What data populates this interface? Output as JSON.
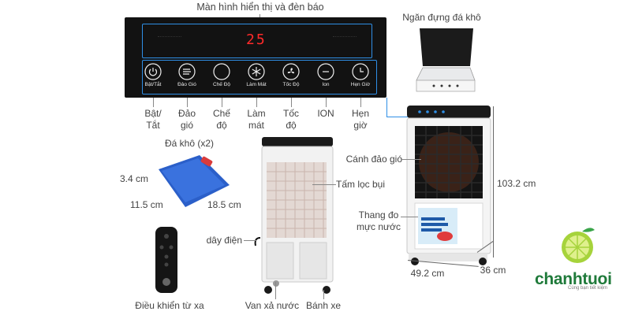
{
  "title": "Màn hình hiển thị và đèn báo",
  "display_value": "25",
  "panel_buttons": [
    {
      "icon": "power-icon",
      "label": "Bật/Tắt"
    },
    {
      "icon": "swing-icon",
      "label": "Đảo Gió"
    },
    {
      "icon": "mode-icon",
      "label": "Chế Độ"
    },
    {
      "icon": "snowflake-icon",
      "label": "Làm Mát"
    },
    {
      "icon": "fan-icon",
      "label": "Tốc Độ"
    },
    {
      "icon": "ion-icon",
      "label": "Ion"
    },
    {
      "icon": "timer-icon",
      "label": "Hẹn Giờ"
    }
  ],
  "panel_labels": [
    [
      "Bật/",
      "Tắt"
    ],
    [
      "Đảo",
      "gió"
    ],
    [
      "Chế",
      "độ"
    ],
    [
      "Làm",
      "mát"
    ],
    [
      "Tốc",
      "độ"
    ],
    [
      "ION",
      ""
    ],
    [
      "Hẹn",
      "giờ"
    ]
  ],
  "ice_box": "Ngăn đựng đá khô",
  "ice_pack": "Đá khô (x2)",
  "ice_dims": {
    "thickness": "3.4 cm",
    "width": "11.5 cm",
    "length": "18.5 cm"
  },
  "remote": "Điều khiển từ xa",
  "filter": "Tấm lọc bụi",
  "cord": "dây điện",
  "drain": "Van xả nước",
  "wheel": "Bánh xe",
  "louver": "Cánh đảo gió",
  "water_gauge": [
    "Thang đo",
    "mực nước"
  ],
  "dims": {
    "height": "103.2 cm",
    "width": "49.2 cm",
    "depth": "36 cm"
  },
  "brand": {
    "name": "chanhtuoi",
    "tagline": "Cùng bạn tiết kiệm"
  },
  "colors": {
    "accent": "#1e88e5",
    "display": "#ff2a2a",
    "logo_green": "#1f7a3a",
    "lime": "#9acd32"
  }
}
